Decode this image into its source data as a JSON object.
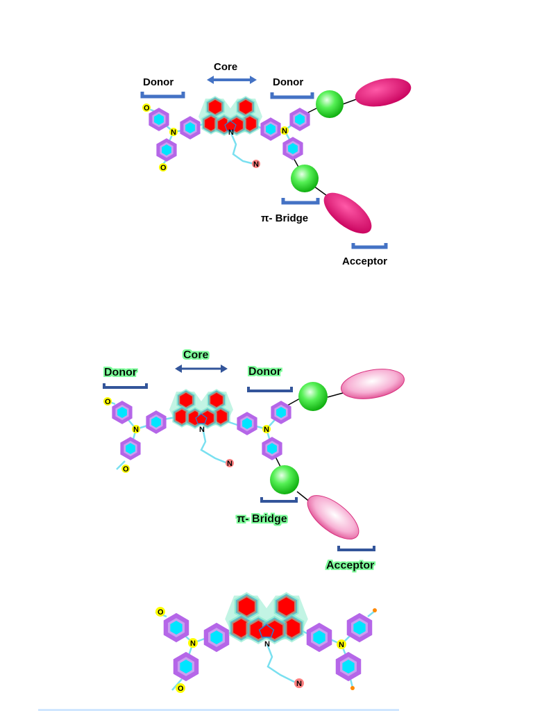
{
  "labels": {
    "core": "Core",
    "donor": "Donor",
    "bridge": "π- Bridge",
    "acceptor": "Acceptor"
  },
  "atoms": {
    "nitrogen": "N",
    "oxygen": "O"
  },
  "colors": {
    "phenyl_outer": "#b566e8",
    "phenyl_inner": "#00e5ff",
    "core_ring": "#ff0000",
    "core_glow": "#7de8c8",
    "oxygen": "#ffff00",
    "nitrogen_end": "#ff8080",
    "bridge": "#33ee33",
    "acceptor_top": "#e0006f",
    "acceptor_mid": "#f7a8d0",
    "bracket": "#4472c4",
    "text_glow": "#7dff9a"
  }
}
